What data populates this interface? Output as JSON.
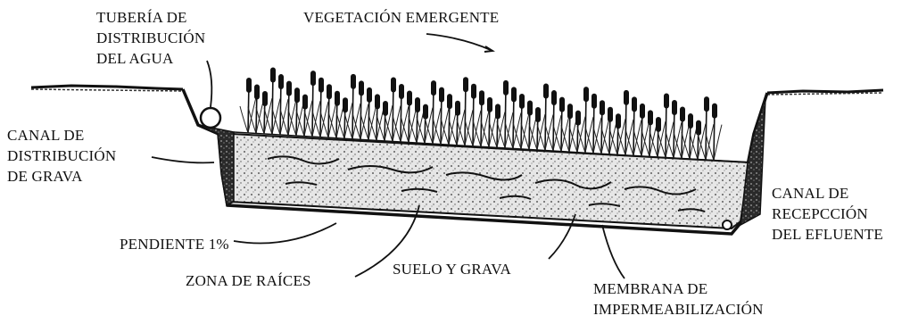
{
  "labels": {
    "distribution_pipe": [
      "TUBERÍA DE",
      "DISTRIBUCIÓN",
      "DEL AGUA"
    ],
    "emergent_vegetation": "VEGETACIÓN EMERGENTE",
    "gravel_channel": [
      "CANAL DE",
      "DISTRIBUCIÓN",
      "DE GRAVA"
    ],
    "effluent_channel": [
      "CANAL DE",
      "RECEPCCIÓN",
      "DEL EFLUENTE"
    ],
    "slope": "PENDIENTE 1%",
    "root_zone": "ZONA DE RAÍCES",
    "soil_gravel": "SUELO Y GRAVA",
    "membrane": [
      "MEMBRANA DE",
      "IMPERMEABILIZACIÓN"
    ]
  },
  "colors": {
    "ink": "#111111",
    "gravel_fill": "#d9d9d9",
    "background": "#ffffff"
  }
}
